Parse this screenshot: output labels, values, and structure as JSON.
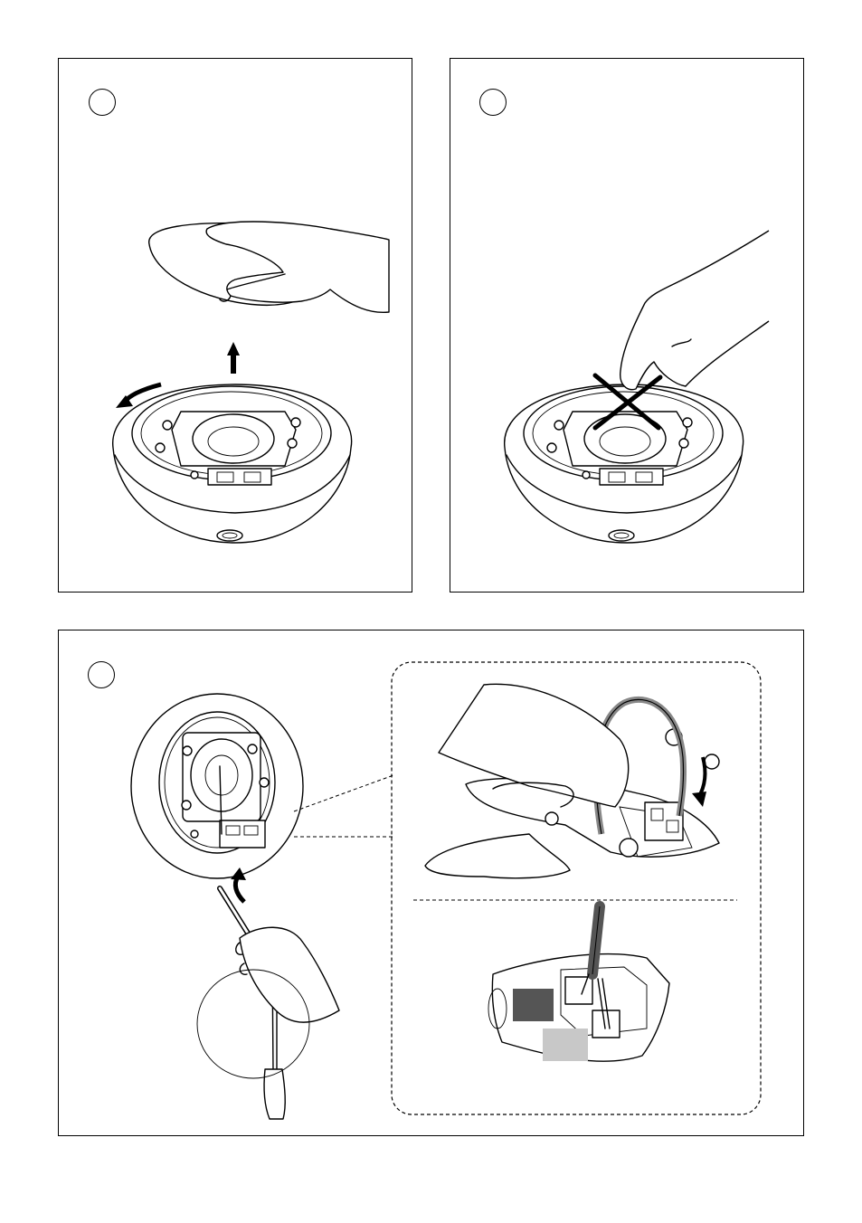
{
  "document": {
    "kind": "installation-instructions-page",
    "steps": [
      {
        "id": 1,
        "action": "lift-off-grille",
        "icons": [
          "rotate-arrow-icon",
          "up-arrow-icon"
        ]
      },
      {
        "id": 2,
        "action": "do-not-touch-driver",
        "icons": [
          "prohibited-x-icon"
        ]
      },
      {
        "id": 3,
        "action": "connect-speaker-wire",
        "icons": [
          "screwdriver-icon",
          "rotate-arrow-icon"
        ]
      }
    ]
  },
  "colors": {
    "line": "#000000",
    "paper": "#ffffff",
    "terminal_dark": "#555555",
    "terminal_light": "#c8c8c8",
    "cable": "#888888"
  }
}
